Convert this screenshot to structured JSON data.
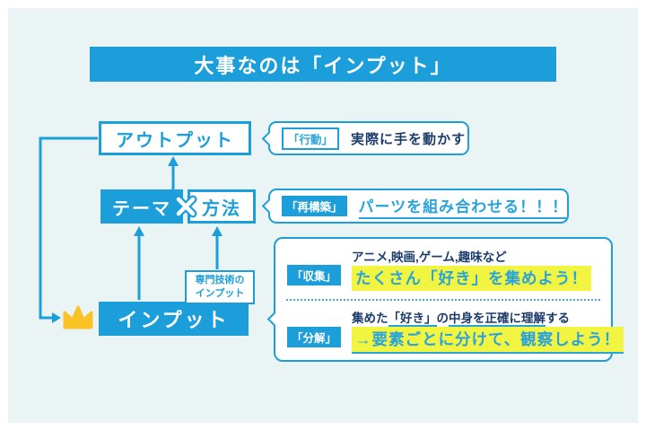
{
  "title": "大事なのは「インプット」",
  "diagram": {
    "output_box": "アウトプット",
    "theme_box": "テーマ",
    "multiply_sign": "×",
    "method_box": "方法",
    "input_box": "インプット",
    "tech_note_line1": "専門技術の",
    "tech_note_line2": "インプット"
  },
  "bubbles": {
    "action": {
      "tag": "「行動」",
      "text": "実際に手を動かす"
    },
    "rebuild": {
      "tag": "「再構築」",
      "text": "パーツを組み合わせる！！！"
    },
    "collect": {
      "tag": "「収集」",
      "line1": "アニメ,映画,ゲーム,趣味など",
      "line2": "たくさん「好き」を集めよう！"
    },
    "decompose": {
      "tag": "「分解」",
      "line1_pre": "集めた",
      "line1_u1": "「好き」",
      "line1_mid": "の",
      "line1_u2": "中身を正確に理解",
      "line1_post": "する",
      "line2": "→要素ごとに分けて、観察しよう！"
    }
  },
  "colors": {
    "primary": "#1b9ed9",
    "navy": "#1b3c6b",
    "cyan": "#29a3db",
    "highlight": "#f1f440",
    "crown": "#f9c325",
    "panel_bg": "#eaf4f5"
  }
}
